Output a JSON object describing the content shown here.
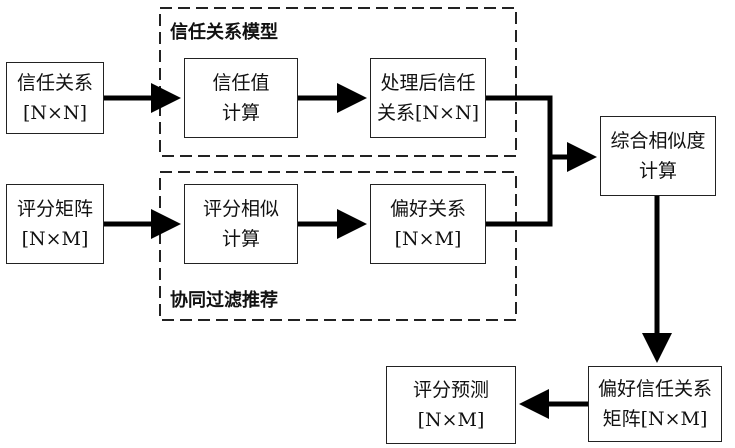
{
  "groups": {
    "trust_model": {
      "title": "信任关系模型"
    },
    "cf": {
      "title": "协同过滤推荐"
    }
  },
  "nodes": {
    "trust_matrix": {
      "line1": "信任关系",
      "line2": "[N×N]"
    },
    "trust_calc": {
      "line1": "信任值",
      "line2": "计算"
    },
    "processed_trust": {
      "line1": "处理后信任",
      "line2": "关系[N×N]"
    },
    "rating_matrix": {
      "line1": "评分矩阵",
      "line2": "[N×M]"
    },
    "rating_sim": {
      "line1": "评分相似",
      "line2": "计算"
    },
    "preference": {
      "line1": "偏好关系",
      "line2": "[N×M]"
    },
    "combined_sim": {
      "line1": "综合相似度",
      "line2": "计算"
    },
    "pref_trust_matrix": {
      "line1": "偏好信任关系",
      "line2": "矩阵[N×M]"
    },
    "rating_pred": {
      "line1": "评分预测",
      "line2": "[N×M]"
    }
  }
}
